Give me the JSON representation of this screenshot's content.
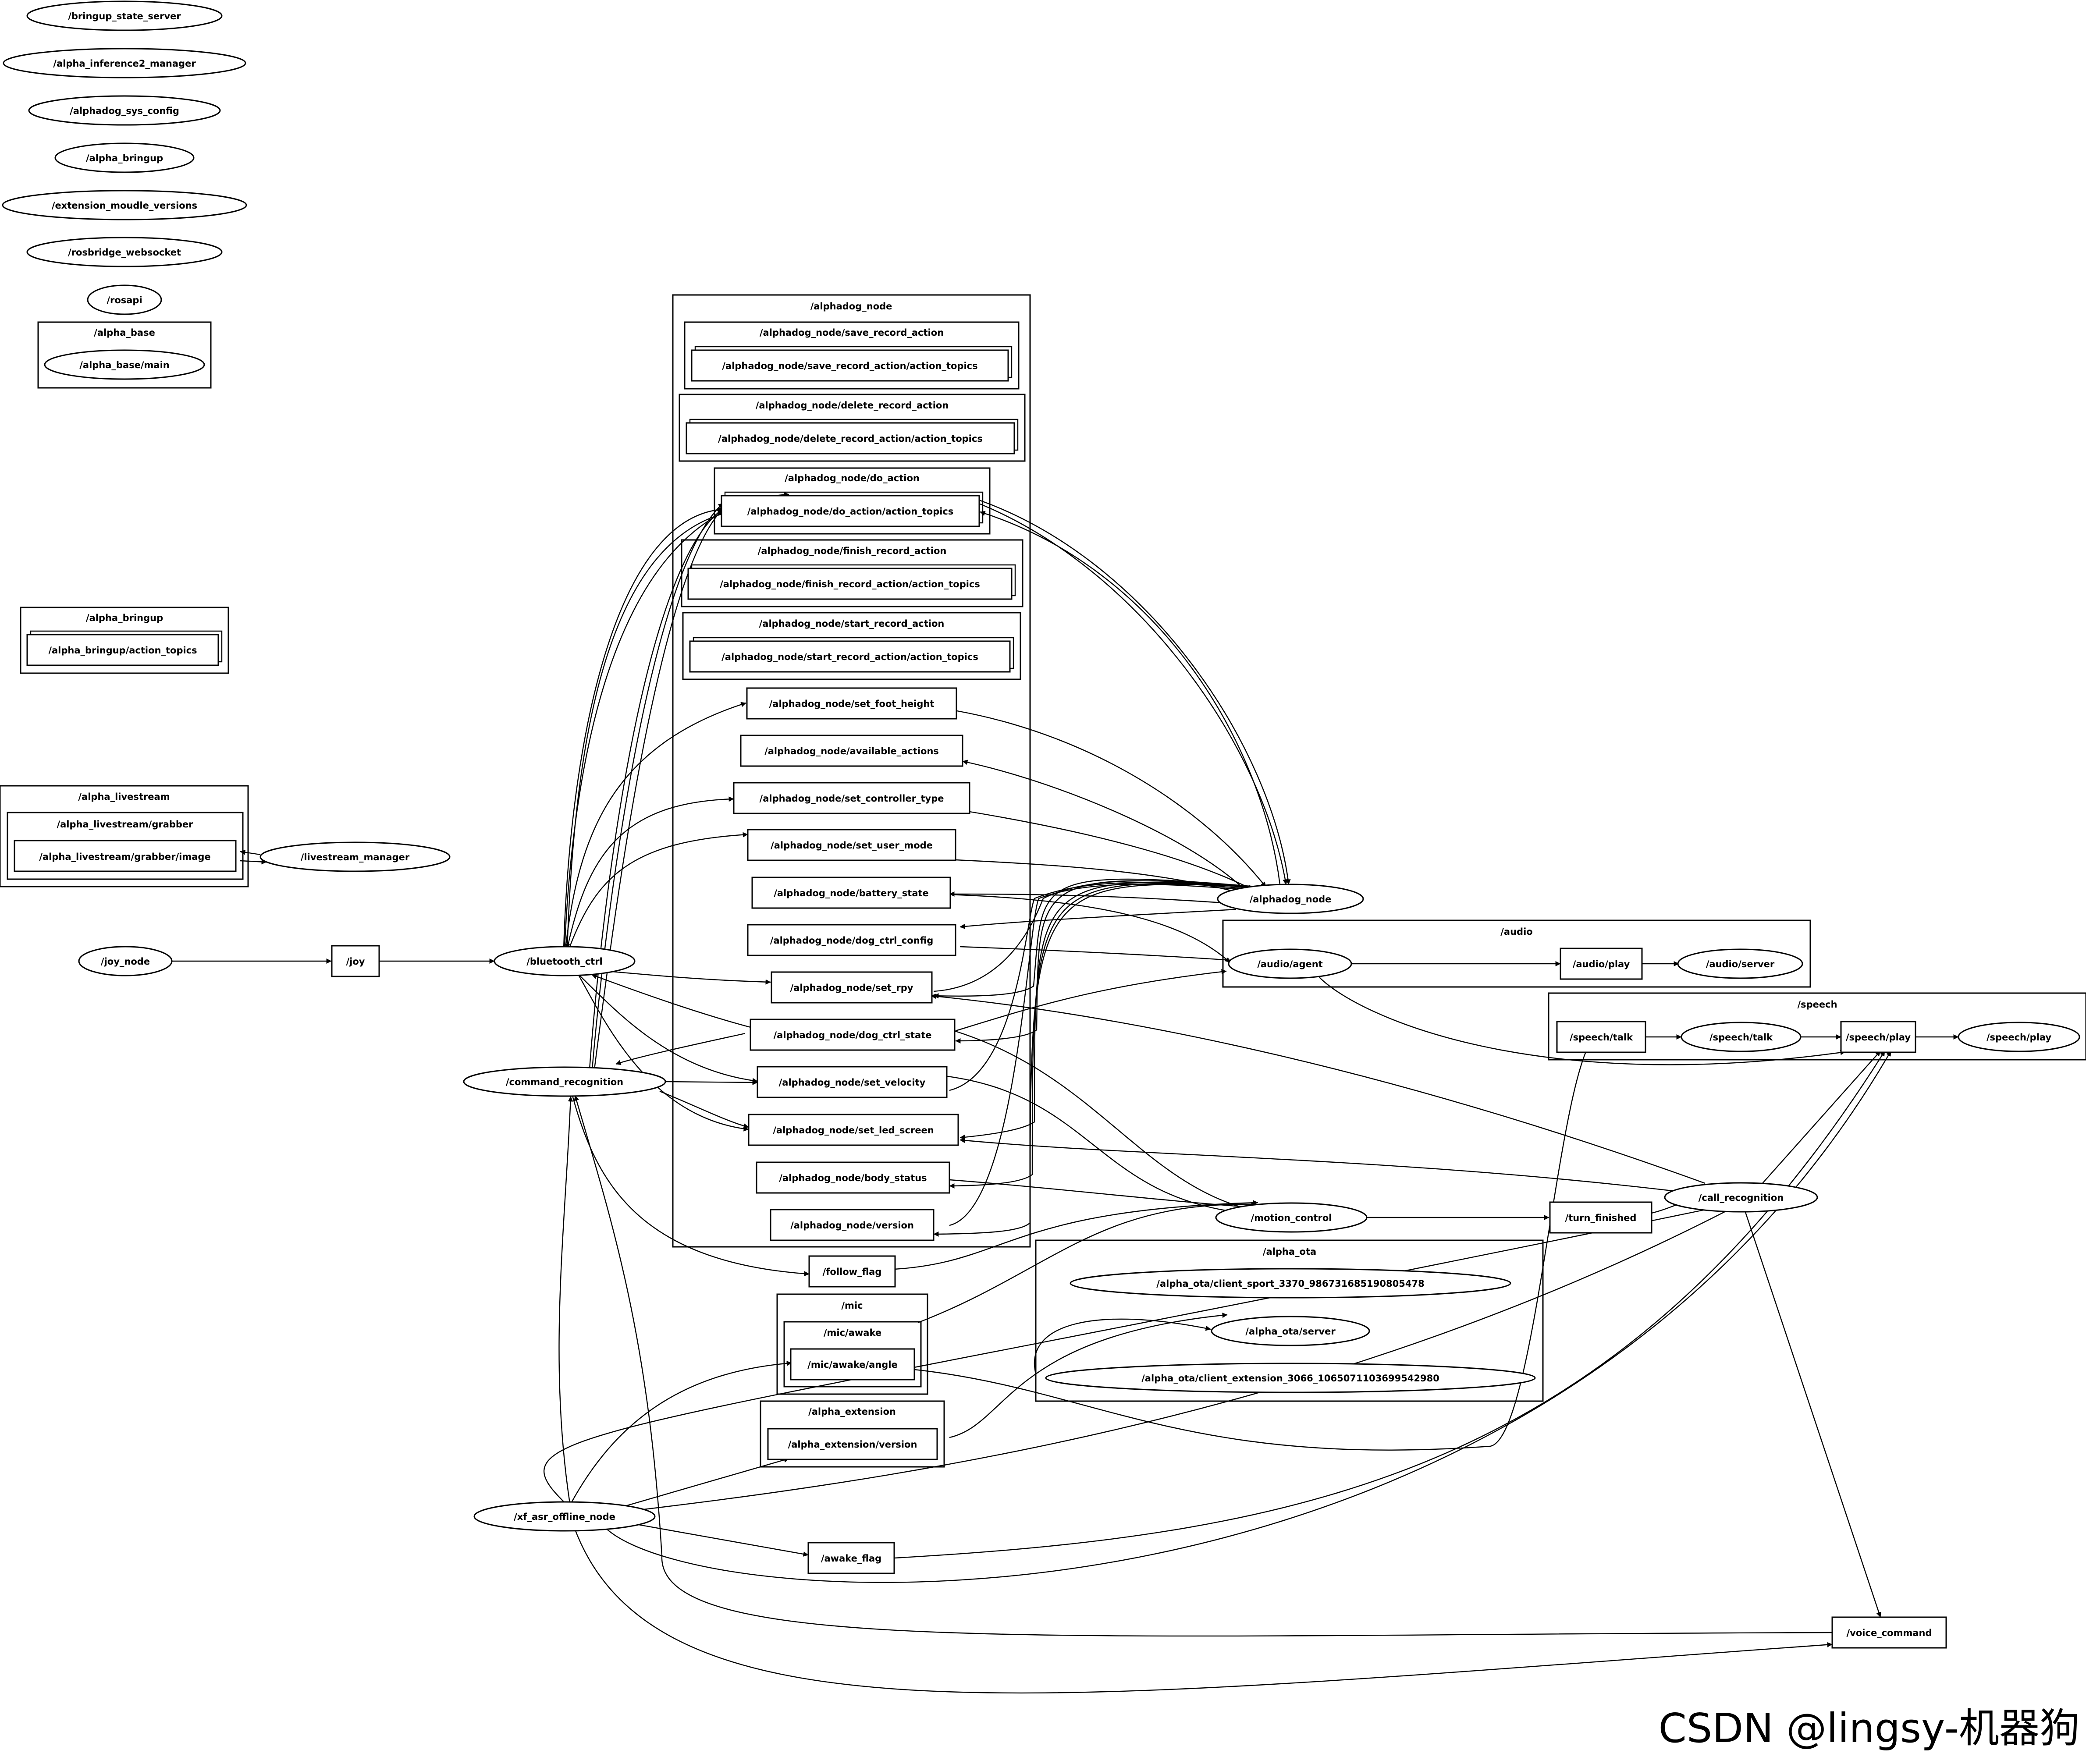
{
  "graph": {
    "clusters": [
      {
        "id": "alpha_base",
        "label": "/alpha_base"
      },
      {
        "id": "alpha_bringup",
        "label": "/alpha_bringup"
      },
      {
        "id": "alpha_livestream",
        "label": "/alpha_livestream"
      },
      {
        "id": "alpha_livestream_grabber",
        "label": "/alpha_livestream/grabber"
      },
      {
        "id": "alphadog_node",
        "label": "/alphadog_node"
      },
      {
        "id": "save_record_action",
        "label": "/alphadog_node/save_record_action"
      },
      {
        "id": "delete_record_action",
        "label": "/alphadog_node/delete_record_action"
      },
      {
        "id": "do_action",
        "label": "/alphadog_node/do_action"
      },
      {
        "id": "finish_record_action",
        "label": "/alphadog_node/finish_record_action"
      },
      {
        "id": "start_record_action",
        "label": "/alphadog_node/start_record_action"
      },
      {
        "id": "audio",
        "label": "/audio"
      },
      {
        "id": "speech",
        "label": "/speech"
      },
      {
        "id": "alpha_ota",
        "label": "/alpha_ota"
      },
      {
        "id": "mic",
        "label": "/mic"
      },
      {
        "id": "mic_awake",
        "label": "/mic/awake"
      },
      {
        "id": "alpha_extension",
        "label": "/alpha_extension"
      }
    ],
    "nodes": [
      {
        "id": "n_bringup_state",
        "label": "/bringup_state_server",
        "shape": "ellipse"
      },
      {
        "id": "n_inference2",
        "label": "/alpha_inference2_manager",
        "shape": "ellipse"
      },
      {
        "id": "n_sys_config",
        "label": "/alphadog_sys_config",
        "shape": "ellipse"
      },
      {
        "id": "n_alpha_bringup",
        "label": "/alpha_bringup",
        "shape": "ellipse"
      },
      {
        "id": "n_ext_versions",
        "label": "/extension_moudle_versions",
        "shape": "ellipse"
      },
      {
        "id": "n_rosbridge",
        "label": "/rosbridge_websocket",
        "shape": "ellipse"
      },
      {
        "id": "n_rosapi",
        "label": "/rosapi",
        "shape": "ellipse"
      },
      {
        "id": "n_base_main",
        "label": "/alpha_base/main",
        "shape": "ellipse"
      },
      {
        "id": "t_bringup_actions",
        "label": "/alpha_bringup/action_topics",
        "shape": "box3d"
      },
      {
        "id": "t_grabber_image",
        "label": "/alpha_livestream/grabber/image",
        "shape": "box"
      },
      {
        "id": "n_livestream_mgr",
        "label": "/livestream_manager",
        "shape": "ellipse"
      },
      {
        "id": "n_joy_node",
        "label": "/joy_node",
        "shape": "ellipse"
      },
      {
        "id": "t_joy",
        "label": "/joy",
        "shape": "box"
      },
      {
        "id": "n_bluetooth",
        "label": "/bluetooth_ctrl",
        "shape": "ellipse"
      },
      {
        "id": "n_cmd_recog",
        "label": "/command_recognition",
        "shape": "ellipse"
      },
      {
        "id": "t_save_rec",
        "label": "/alphadog_node/save_record_action/action_topics",
        "shape": "box3d"
      },
      {
        "id": "t_del_rec",
        "label": "/alphadog_node/delete_record_action/action_topics",
        "shape": "box3d"
      },
      {
        "id": "t_do_action",
        "label": "/alphadog_node/do_action/action_topics",
        "shape": "box3d"
      },
      {
        "id": "t_finish_rec",
        "label": "/alphadog_node/finish_record_action/action_topics",
        "shape": "box3d"
      },
      {
        "id": "t_start_rec",
        "label": "/alphadog_node/start_record_action/action_topics",
        "shape": "box3d"
      },
      {
        "id": "t_foot_height",
        "label": "/alphadog_node/set_foot_height",
        "shape": "box"
      },
      {
        "id": "t_avail_actions",
        "label": "/alphadog_node/available_actions",
        "shape": "box"
      },
      {
        "id": "t_ctrl_type",
        "label": "/alphadog_node/set_controller_type",
        "shape": "box"
      },
      {
        "id": "t_user_mode",
        "label": "/alphadog_node/set_user_mode",
        "shape": "box"
      },
      {
        "id": "t_battery",
        "label": "/alphadog_node/battery_state",
        "shape": "box"
      },
      {
        "id": "t_ctrl_config",
        "label": "/alphadog_node/dog_ctrl_config",
        "shape": "box"
      },
      {
        "id": "t_set_rpy",
        "label": "/alphadog_node/set_rpy",
        "shape": "box"
      },
      {
        "id": "t_ctrl_state",
        "label": "/alphadog_node/dog_ctrl_state",
        "shape": "box"
      },
      {
        "id": "t_set_velocity",
        "label": "/alphadog_node/set_velocity",
        "shape": "box"
      },
      {
        "id": "t_led_screen",
        "label": "/alphadog_node/set_led_screen",
        "shape": "box"
      },
      {
        "id": "t_body_status",
        "label": "/alphadog_node/body_status",
        "shape": "box"
      },
      {
        "id": "t_version",
        "label": "/alphadog_node/version",
        "shape": "box"
      },
      {
        "id": "n_alphadog",
        "label": "/alphadog_node",
        "shape": "ellipse"
      },
      {
        "id": "n_audio_agent",
        "label": "/audio/agent",
        "shape": "ellipse"
      },
      {
        "id": "t_audio_play",
        "label": "/audio/play",
        "shape": "box"
      },
      {
        "id": "n_audio_server",
        "label": "/audio/server",
        "shape": "ellipse"
      },
      {
        "id": "t_speech_talk",
        "label": "/speech/talk",
        "shape": "box"
      },
      {
        "id": "n_speech_talk",
        "label": "/speech/talk",
        "shape": "ellipse"
      },
      {
        "id": "t_speech_play",
        "label": "/speech/play",
        "shape": "box"
      },
      {
        "id": "n_speech_play",
        "label": "/speech/play",
        "shape": "ellipse"
      },
      {
        "id": "n_motion",
        "label": "/motion_control",
        "shape": "ellipse"
      },
      {
        "id": "t_turn_finished",
        "label": "/turn_finished",
        "shape": "box"
      },
      {
        "id": "n_call_recog",
        "label": "/call_recognition",
        "shape": "ellipse"
      },
      {
        "id": "t_follow_flag",
        "label": "/follow_flag",
        "shape": "box"
      },
      {
        "id": "n_ota_client_sport",
        "label": "/alpha_ota/client_sport_3370_986731685190805478",
        "shape": "ellipse"
      },
      {
        "id": "n_ota_server",
        "label": "/alpha_ota/server",
        "shape": "ellipse"
      },
      {
        "id": "n_ota_client_ext",
        "label": "/alpha_ota/client_extension_3066_1065071103699542980",
        "shape": "ellipse"
      },
      {
        "id": "t_mic_angle",
        "label": "/mic/awake/angle",
        "shape": "box"
      },
      {
        "id": "t_ext_version",
        "label": "/alpha_extension/version",
        "shape": "box"
      },
      {
        "id": "n_xf_asr",
        "label": "/xf_asr_offline_node",
        "shape": "ellipse"
      },
      {
        "id": "t_awake_flag",
        "label": "/awake_flag",
        "shape": "box"
      },
      {
        "id": "t_voice_cmd",
        "label": "/voice_command",
        "shape": "box"
      }
    ]
  },
  "watermark": "CSDN @lingsy-机器狗"
}
